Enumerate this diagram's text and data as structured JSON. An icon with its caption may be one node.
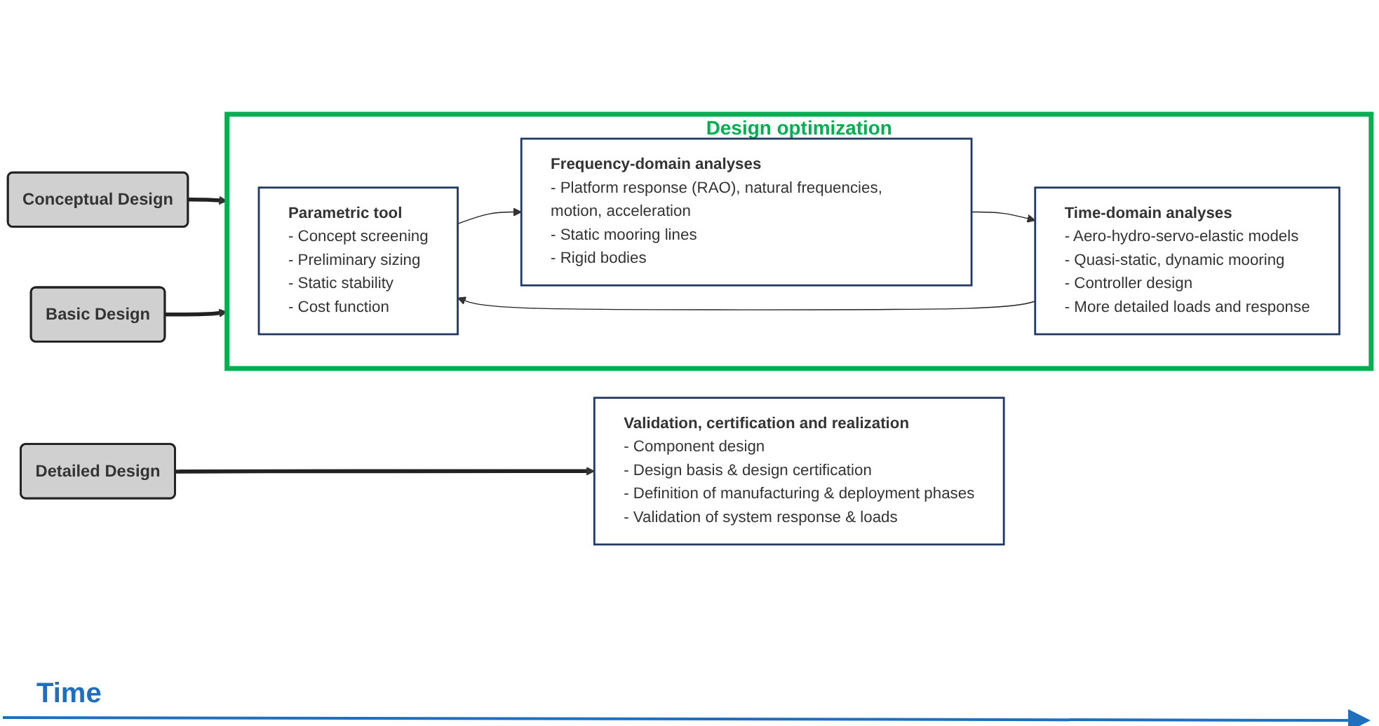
{
  "diagram": {
    "nodes": [
      {
        "text": [
          "Conceptual Design"
        ]
      },
      {
        "text": [
          "Basic Design"
        ]
      },
      {
        "text": [
          "Detailed Design"
        ]
      },
      {
        "text": [
          "Design optimization"
        ]
      },
      {
        "text": [
          "Parametric tool",
          "- Concept screening",
          "- Preliminary sizing",
          "- Static stability",
          "- Cost function"
        ],
        "in": 3
      },
      {
        "text": [
          "Frequency-domain analyses",
          "- Platform response (RAO), natural frequencies, motion, acceleration",
          "- Static mooring lines",
          "- Rigid bodies"
        ],
        "in": 3
      },
      {
        "text": [
          "Time-domain analyses",
          "- Aero-hydro-servo-elastic models",
          "- Quasi-static, dynamic mooring",
          "- Controller design",
          "- More detailed loads and response"
        ],
        "in": 3
      },
      {
        "text": [
          "Validation, certification and realization",
          "- Component design",
          "- Design basis & design certification",
          "- Definition of manufacturing & deployment phases",
          "- Validation of system response & loads"
        ]
      }
    ],
    "edges": [
      {
        "from": 0,
        "to": 3,
        "arrow": "to",
        "style": "thick"
      },
      {
        "from": 1,
        "to": 3,
        "arrow": "to",
        "style": "thick"
      },
      {
        "from": 2,
        "to": 7,
        "arrow": "to",
        "style": "thick"
      },
      {
        "from": 4,
        "to": 5,
        "arrow": "to"
      },
      {
        "from": 5,
        "to": 6,
        "arrow": "to"
      },
      {
        "from": 6,
        "to": 4,
        "arrow": "to"
      }
    ],
    "labels": [
      "Time"
    ]
  }
}
